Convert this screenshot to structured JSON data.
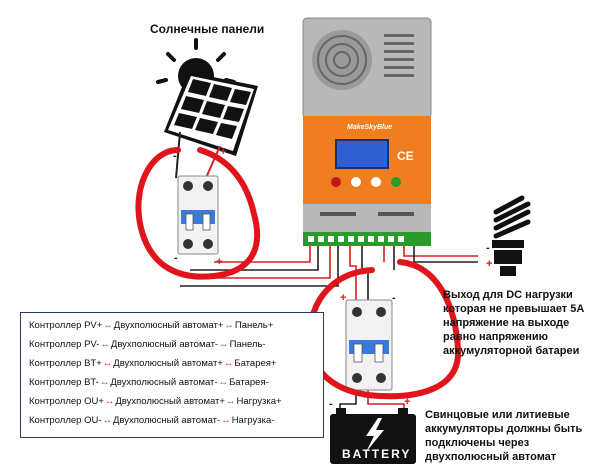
{
  "labels": {
    "solar_panels": "Солнечные панели",
    "load_output_note": "Выход для DC нагрузки которая не превышает 5А напряжение на выходе равно напряжению аккумуляторной батареи",
    "battery_note": "Свинцовые или литиевые аккумуляторы должны быть подключены через двухполюсный автомат",
    "battery": "BATTERY",
    "brand": "MakeSkyBlue",
    "plus": "+",
    "minus": "-"
  },
  "legend": [
    {
      "left": "Контроллер PV+",
      "middle": "Двухполюсный автомат+",
      "right": "Панель+"
    },
    {
      "left": "Контроллер PV-",
      "middle": "Двухполюсный автомат-",
      "right": "Панель-"
    },
    {
      "left": "Контроллер BT+",
      "middle": "Двухполюсный автомат+",
      "right": "Батарея+"
    },
    {
      "left": "Контроллер BT-",
      "middle": "Двухполюсный автомат-",
      "right": "Батарея-"
    },
    {
      "left": "Контроллер OU+",
      "middle": "Двухполюсный автомат+",
      "right": "Нагрузка+"
    },
    {
      "left": "Контроллер OU-",
      "middle": "Двухполюсный автомат-",
      "right": "Нагрузка-"
    }
  ],
  "colors": {
    "highlight": "#e0151c",
    "controller_orange": "#f07d1f",
    "wire_red": "#d42020",
    "wire_black": "#222222",
    "screen_blue": "#2f5fd0"
  },
  "icons": [
    "sun-icon",
    "solar-panel-icon",
    "breaker-icon",
    "controller-icon",
    "bulb-icon",
    "battery-icon"
  ]
}
